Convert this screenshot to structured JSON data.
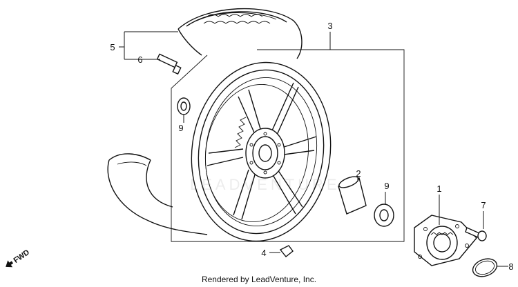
{
  "diagram": {
    "callouts": [
      {
        "id": "1",
        "label": "1"
      },
      {
        "id": "2",
        "label": "2"
      },
      {
        "id": "3",
        "label": "3"
      },
      {
        "id": "4",
        "label": "4"
      },
      {
        "id": "5",
        "label": "5"
      },
      {
        "id": "6",
        "label": "6"
      },
      {
        "id": "7",
        "label": "7"
      },
      {
        "id": "8",
        "label": "8"
      },
      {
        "id": "9a",
        "label": "9"
      },
      {
        "id": "9b",
        "label": "9"
      }
    ],
    "direction_marker": "FWD",
    "credit": "Rendered by LeadVenture, Inc.",
    "watermark": "LEADVENTURE"
  }
}
